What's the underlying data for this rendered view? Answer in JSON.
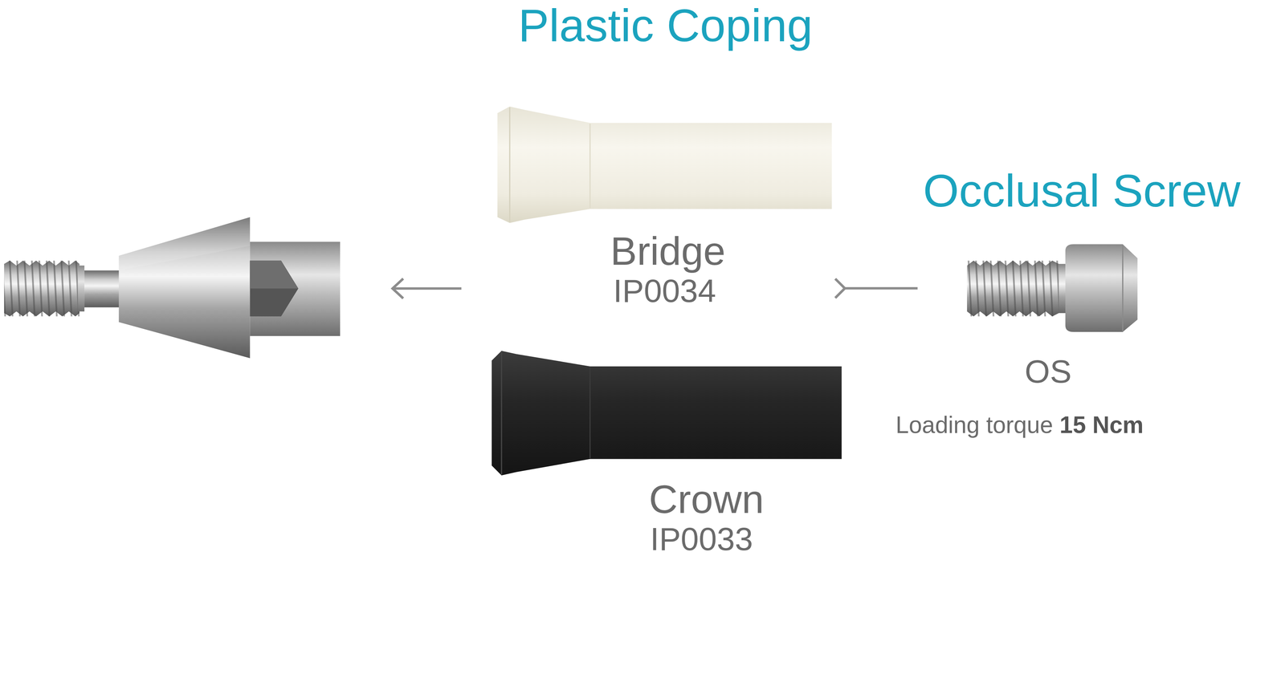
{
  "diagram": {
    "title": "Plastic Coping",
    "nodes": [
      {
        "text": [
          "Bridge",
          "IP0034"
        ]
      },
      {
        "text": [
          "Crown",
          "IP0033"
        ]
      },
      {
        "text": [
          "Occlusal Screw",
          "OS"
        ]
      }
    ],
    "edges": [
      {
        "from": 2,
        "to": 0,
        "arrow": "to"
      }
    ],
    "labels": [
      "Loading torque",
      "15 Ncm"
    ]
  }
}
